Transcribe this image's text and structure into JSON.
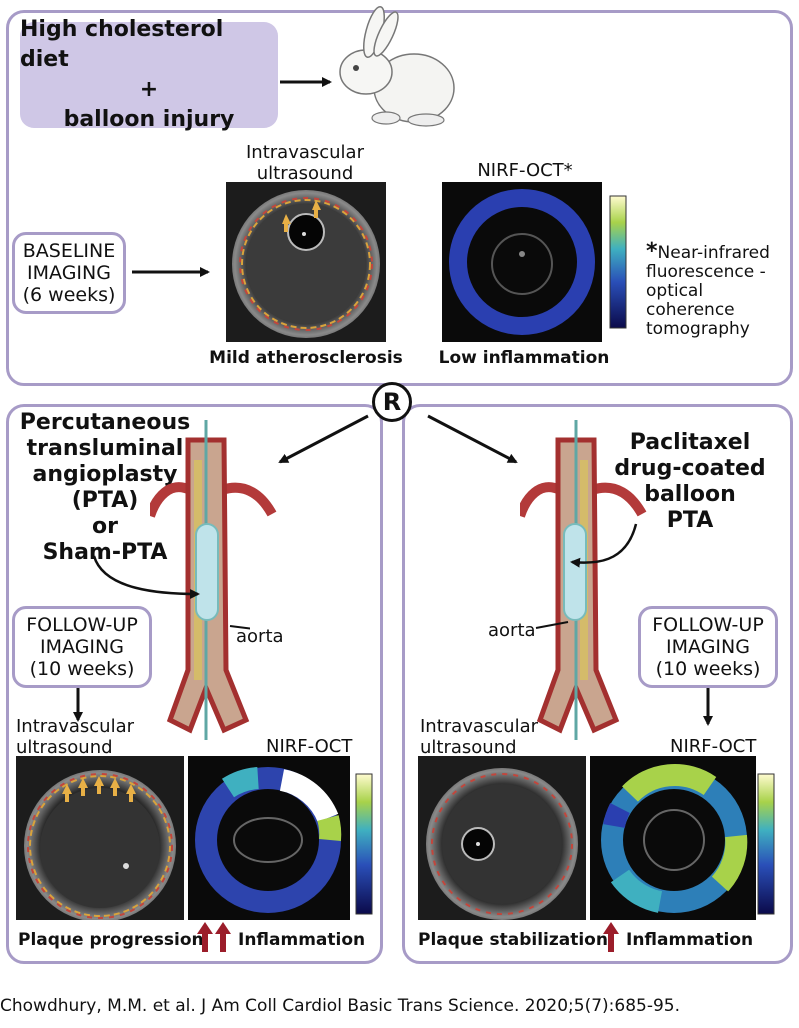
{
  "top": {
    "model_line1": "High cholesterol diet",
    "model_plus": "+",
    "model_line2": "balloon injury",
    "ivus_title_1": "Intravascular",
    "ivus_title_2": "ultrasound",
    "nirf_title": "NIRF-OCT*",
    "baseline_1": "BASELINE",
    "baseline_2": "IMAGING",
    "baseline_3": "(6 weeks)",
    "ivus_caption": "Mild atherosclerosis",
    "nirf_caption": "Low inflammation",
    "footnote_star": "*",
    "footnote_1": "Near-infrared",
    "footnote_2": "fluorescence -",
    "footnote_3": "optical",
    "footnote_4": "coherence",
    "footnote_5": "tomography"
  },
  "randomize": "R",
  "left": {
    "title_1": "Percutaneous",
    "title_2": "transluminal",
    "title_3": "angioplasty",
    "title_4": "(PTA)",
    "title_5": "or",
    "title_6": "Sham-PTA",
    "aorta": "aorta",
    "followup_1": "FOLLOW-UP",
    "followup_2": "IMAGING",
    "followup_3": "(10 weeks)",
    "ivus_1": "Intravascular",
    "ivus_2": "ultrasound",
    "nirf": "NIRF-OCT",
    "cap_plaque": "Plaque progression",
    "cap_inflam": "Inflammation"
  },
  "right": {
    "title_1": "Paclitaxel",
    "title_2": "drug-coated",
    "title_3": "balloon",
    "title_4": "PTA",
    "aorta": "aorta",
    "followup_1": "FOLLOW-UP",
    "followup_2": "IMAGING",
    "followup_3": "(10 weeks)",
    "ivus_1": "Intravascular",
    "ivus_2": "ultrasound",
    "nirf": "NIRF-OCT",
    "cap_plaque": "Plaque stabilization",
    "cap_inflam": "Inflammation"
  },
  "citation": "Chowdhury, M.M. et al. J Am Coll Cardiol Basic Trans Science. 2020;5(7):685-95.",
  "colors": {
    "panel_border": "#a79bc7",
    "model_fill": "#cfc7e6",
    "arrow_red": "#9b1d2a",
    "arrow_yellow": "#e8b046"
  }
}
